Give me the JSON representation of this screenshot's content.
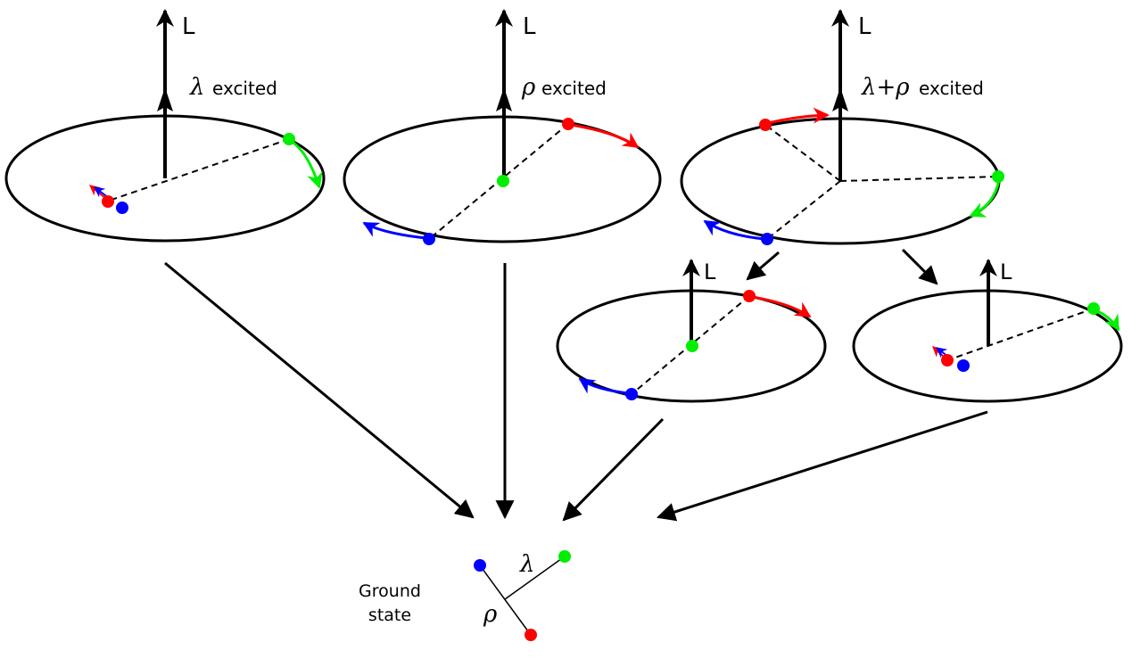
{
  "labels": {
    "L": "L",
    "lambda_excited": {
      "symbol": "λ",
      "text": "excited"
    },
    "rho_excited": {
      "symbol": "ρ",
      "text": "excited"
    },
    "lambda_rho_excited": {
      "symbol": "λ+ρ",
      "text": "excited"
    },
    "ground_line1": "Ground",
    "ground_line2": "state",
    "lambda": "λ",
    "rho": "ρ"
  },
  "colors": {
    "red": "#ff0000",
    "green": "#00ee00",
    "blue": "#0000ff",
    "line": "#000000"
  }
}
